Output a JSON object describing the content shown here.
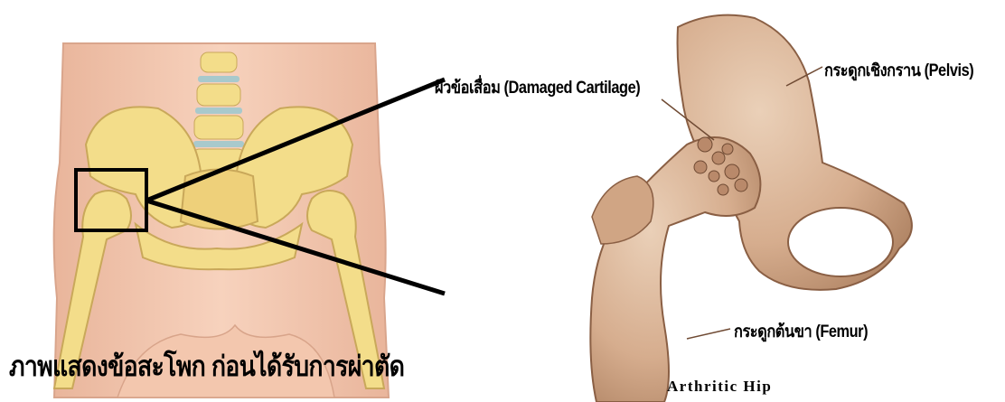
{
  "labels": {
    "damaged_cartilage": "ผิวข้อเสื่อม (Damaged Cartilage)",
    "pelvis": "กระดูกเชิงกราน (Pelvis)",
    "femur": "กระดูกต้นขา (Femur)",
    "caption": "ภาพแสดงข้อสะโพก ก่อนได้รับการผ่าตัด",
    "arthritic_hip": "Arthritic Hip"
  },
  "colors": {
    "skin": "#f5cbb0",
    "bone": "#f3dd8a",
    "bone_outline": "#c9a85a",
    "spine_disc": "#a8c9cc",
    "hip_bone": "#d9b497",
    "hip_shadow": "#a8795a",
    "line": "#000000"
  }
}
